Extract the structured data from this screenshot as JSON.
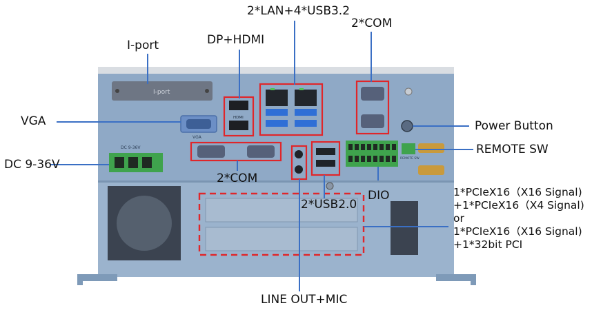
{
  "labels": {
    "iport": "I-port",
    "dp_hdmi": "DP+HDMI",
    "lan_usb": "2*LAN+4*USB3.2",
    "com_top": "2*COM",
    "vga": "VGA",
    "power_button": "Power Button",
    "remote_sw": "REMOTE SW",
    "dc_input": "DC 9-36V",
    "com_bottom": "2*COM",
    "dio": "DIO",
    "usb20": "2*USB2.0",
    "line_out_mic": "LINE OUT+MIC",
    "pcie_options": [
      "1*PCIeX16（X16 Signal)",
      "+1*PCIeX16（X4 Signal)",
      "or",
      "1*PCIeX16（X16 Signal)",
      "+1*32bit PCI"
    ]
  },
  "panel_text": {
    "iport_plate": "I-port",
    "dc_plate": "DC 9-36V",
    "vga_small": "VGA",
    "hdmi_small": "HDMI",
    "remote_small": "REMOTE SW"
  },
  "colors": {
    "chassis": "#8fa9c6",
    "callout_line": "#3a6fc4",
    "highlight": "#e0262a",
    "terminal_green": "#3fa34d"
  }
}
